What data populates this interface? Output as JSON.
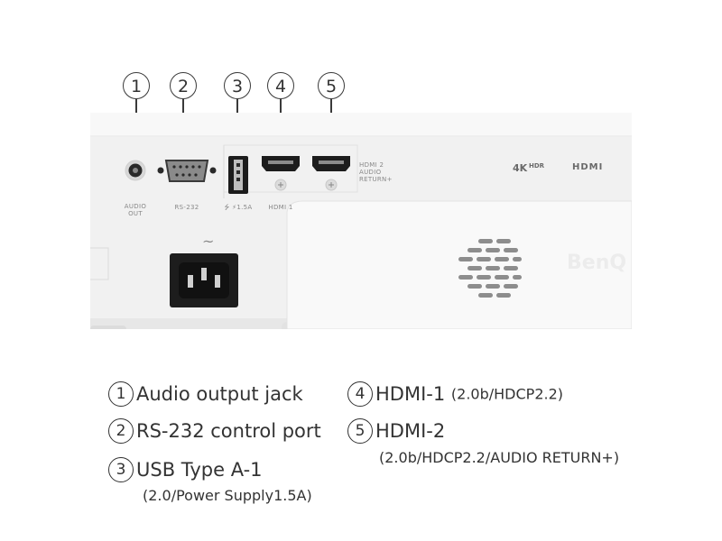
{
  "callouts": [
    "1",
    "2",
    "3",
    "4",
    "5"
  ],
  "port_labels": {
    "audio": "AUDIO\nOUT",
    "rs232": "RS-232",
    "usb": "⭍ ⚡1.5A",
    "hdmi1": "HDMI 1",
    "hdmi2": "HDMI 2\nAUDIO\nRETURN+"
  },
  "brand": {
    "badge_4k": "4K",
    "badge_hdr": "HDR",
    "badge_hdmi": "HDMI",
    "logo": "BenQ"
  },
  "legend": {
    "items": [
      {
        "num": "1",
        "title": "Audio output jack",
        "detail": ""
      },
      {
        "num": "2",
        "title": "RS-232 control port",
        "detail": ""
      },
      {
        "num": "3",
        "title": "USB Type A-1",
        "detail": "(2.0/Power Supply1.5A)"
      },
      {
        "num": "4",
        "title": "HDMI-1",
        "detail": "(2.0b/HDCP2.2)"
      },
      {
        "num": "5",
        "title": "HDMI-2",
        "detail": "(2.0b/HDCP2.2/AUDIO RETURN+)"
      }
    ]
  },
  "colors": {
    "body": "#f6f6f6",
    "panel": "#f1f1f1",
    "port_black": "#1c1c1c",
    "text": "#333333"
  }
}
